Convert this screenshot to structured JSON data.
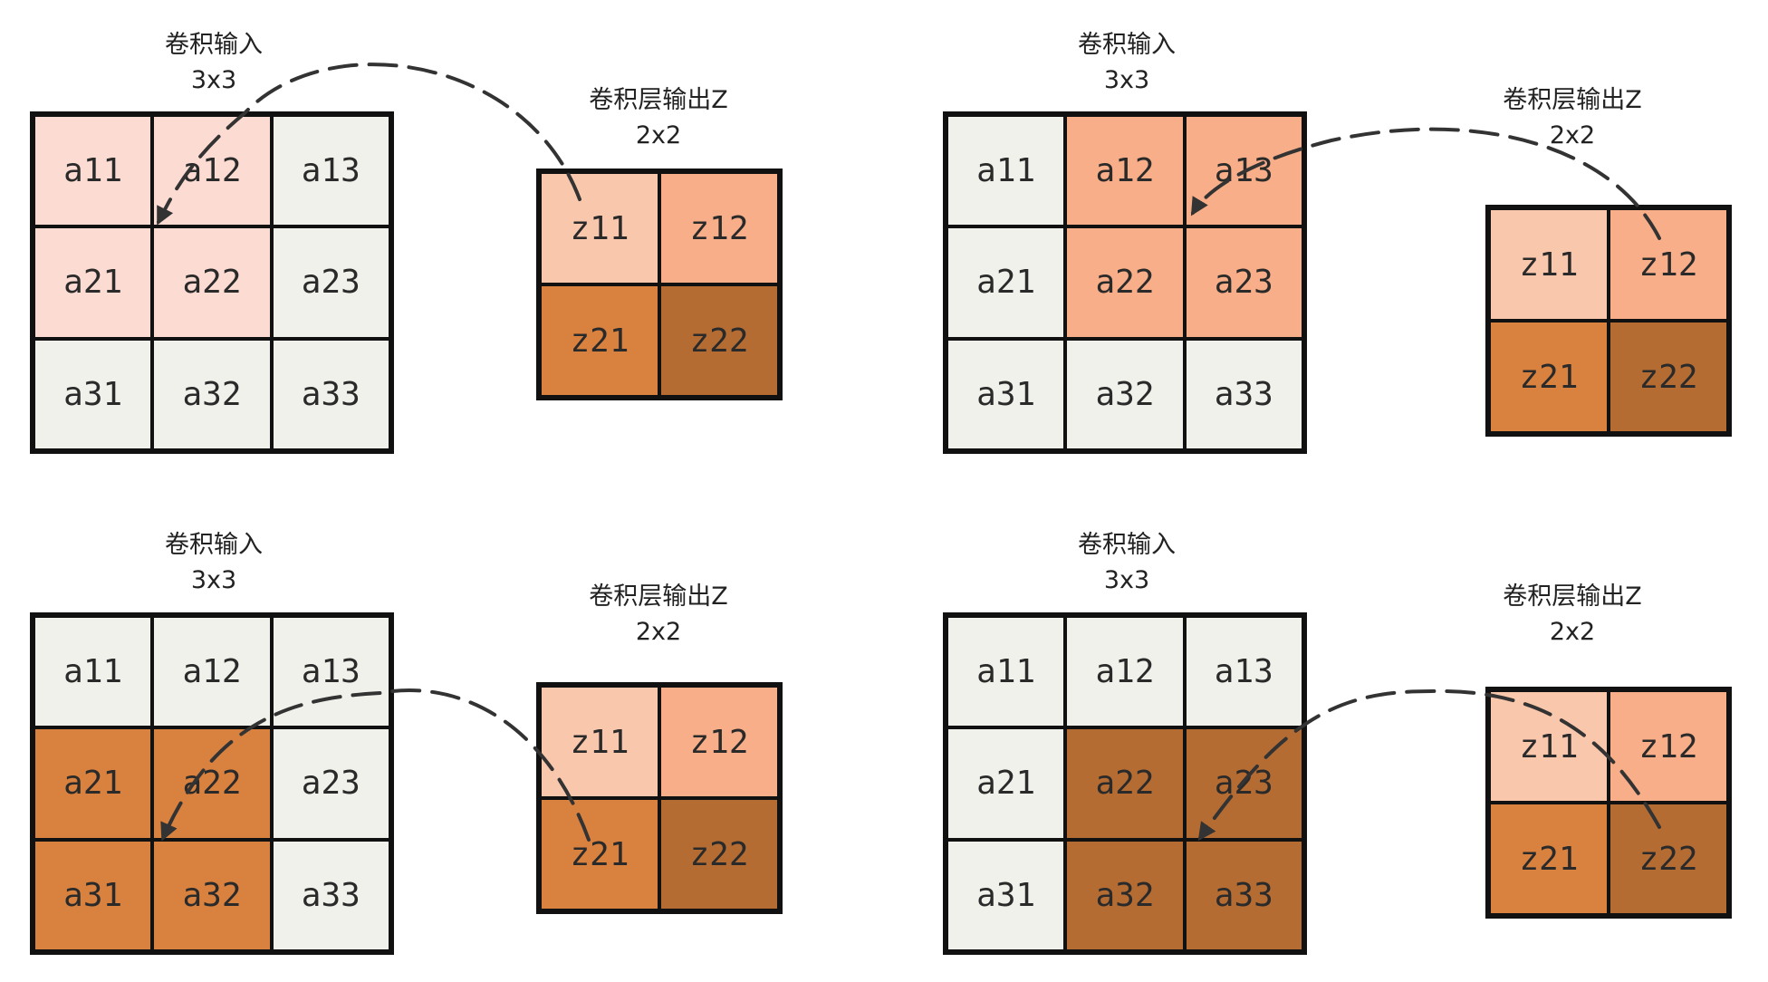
{
  "colors": {
    "neutral": "#eff1ea",
    "pale": "#fcdbd2",
    "light": "#f9c7ab",
    "medium": "#f8ae88",
    "orange": "#d9813e",
    "brown": "#b56c33",
    "line": "#111111",
    "arrow": "#333333"
  },
  "panels": [
    {
      "input": {
        "title": "卷积输入",
        "size": "3x3",
        "cells": [
          {
            "text": "a11",
            "fill": "pale"
          },
          {
            "text": "a12",
            "fill": "pale"
          },
          {
            "text": "a13",
            "fill": "neutral"
          },
          {
            "text": "a21",
            "fill": "pale"
          },
          {
            "text": "a22",
            "fill": "pale"
          },
          {
            "text": "a23",
            "fill": "neutral"
          },
          {
            "text": "a31",
            "fill": "neutral"
          },
          {
            "text": "a32",
            "fill": "neutral"
          },
          {
            "text": "a33",
            "fill": "neutral"
          }
        ]
      },
      "output": {
        "title": "卷积层输出Z",
        "size": "2x2",
        "cells": [
          {
            "text": "z11",
            "fill": "light"
          },
          {
            "text": "z12",
            "fill": "medium"
          },
          {
            "text": "z21",
            "fill": "orange"
          },
          {
            "text": "z22",
            "fill": "brown"
          }
        ]
      }
    },
    {
      "input": {
        "title": "卷积输入",
        "size": "3x3",
        "cells": [
          {
            "text": "a11",
            "fill": "neutral"
          },
          {
            "text": "a12",
            "fill": "medium"
          },
          {
            "text": "a13",
            "fill": "medium"
          },
          {
            "text": "a21",
            "fill": "neutral"
          },
          {
            "text": "a22",
            "fill": "medium"
          },
          {
            "text": "a23",
            "fill": "medium"
          },
          {
            "text": "a31",
            "fill": "neutral"
          },
          {
            "text": "a32",
            "fill": "neutral"
          },
          {
            "text": "a33",
            "fill": "neutral"
          }
        ]
      },
      "output": {
        "title": "卷积层输出Z",
        "size": "2x2",
        "cells": [
          {
            "text": "z11",
            "fill": "light"
          },
          {
            "text": "z12",
            "fill": "medium"
          },
          {
            "text": "z21",
            "fill": "orange"
          },
          {
            "text": "z22",
            "fill": "brown"
          }
        ]
      }
    },
    {
      "input": {
        "title": "卷积输入",
        "size": "3x3",
        "cells": [
          {
            "text": "a11",
            "fill": "neutral"
          },
          {
            "text": "a12",
            "fill": "neutral"
          },
          {
            "text": "a13",
            "fill": "neutral"
          },
          {
            "text": "a21",
            "fill": "orange"
          },
          {
            "text": "a22",
            "fill": "orange"
          },
          {
            "text": "a23",
            "fill": "neutral"
          },
          {
            "text": "a31",
            "fill": "orange"
          },
          {
            "text": "a32",
            "fill": "orange"
          },
          {
            "text": "a33",
            "fill": "neutral"
          }
        ]
      },
      "output": {
        "title": "卷积层输出Z",
        "size": "2x2",
        "cells": [
          {
            "text": "z11",
            "fill": "light"
          },
          {
            "text": "z12",
            "fill": "medium"
          },
          {
            "text": "z21",
            "fill": "orange"
          },
          {
            "text": "z22",
            "fill": "brown"
          }
        ]
      }
    },
    {
      "input": {
        "title": "卷积输入",
        "size": "3x3",
        "cells": [
          {
            "text": "a11",
            "fill": "neutral"
          },
          {
            "text": "a12",
            "fill": "neutral"
          },
          {
            "text": "a13",
            "fill": "neutral"
          },
          {
            "text": "a21",
            "fill": "neutral"
          },
          {
            "text": "a22",
            "fill": "brown"
          },
          {
            "text": "a23",
            "fill": "brown"
          },
          {
            "text": "a31",
            "fill": "neutral"
          },
          {
            "text": "a32",
            "fill": "brown"
          },
          {
            "text": "a33",
            "fill": "brown"
          }
        ]
      },
      "output": {
        "title": "卷积层输出Z",
        "size": "2x2",
        "cells": [
          {
            "text": "z11",
            "fill": "light"
          },
          {
            "text": "z12",
            "fill": "medium"
          },
          {
            "text": "z21",
            "fill": "orange"
          },
          {
            "text": "z22",
            "fill": "brown"
          }
        ]
      }
    }
  ]
}
